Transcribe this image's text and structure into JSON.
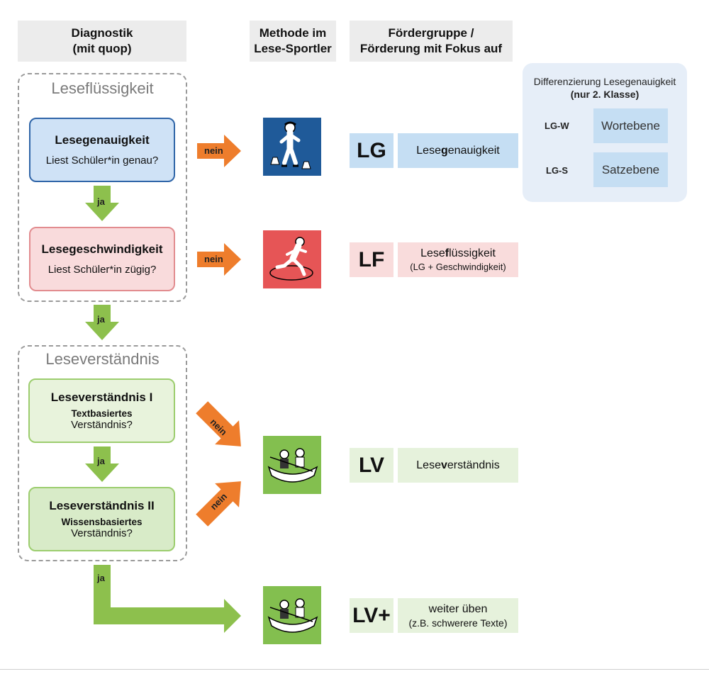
{
  "headers": {
    "diagnostik": "Diagnostik\n(mit quop)",
    "methode": "Methode im\nLese-Sportler",
    "foerder": "Fördergruppe /\nFörderung mit Fokus auf"
  },
  "groups": {
    "fluessigkeit_title": "Leseflüssigkeit",
    "verstaendnis_title": "Leseverständnis"
  },
  "boxes": {
    "genau": {
      "title": "Lesegenauigkeit",
      "sub": "Liest Schüler*in genau?"
    },
    "geschw": {
      "title": "Lesegeschwindigkeit",
      "sub": "Liest Schüler*in zügig?"
    },
    "lv1": {
      "title": "Leseverständnis I",
      "sub_bold": "Textbasiertes",
      "sub": "Verständnis?"
    },
    "lv2": {
      "title": "Leseverständnis II",
      "sub_bold": "Wissensbasiertes",
      "sub": "Verständnis?"
    }
  },
  "arrows": {
    "nein": "nein",
    "ja": "ja"
  },
  "rows": {
    "lg": {
      "code": "LG",
      "label_pre": "Lese",
      "label_bold": "g",
      "label_post": "enauigkeit"
    },
    "lf": {
      "code": "LF",
      "label_pre": "Lese",
      "label_bold": "f",
      "label_post": "lüssigkeit",
      "label2": "(LG + Geschwindigkeit)"
    },
    "lv": {
      "code": "LV",
      "label_pre": "Lese",
      "label_bold": "v",
      "label_post": "erständnis"
    },
    "lvplus": {
      "code": "LV+",
      "label": "weiter üben",
      "label2": "(z.B. schwerere Texte)"
    }
  },
  "diff": {
    "title": "Differenzierung Lesegenauigkeit",
    "subtitle": "(nur 2. Klasse)",
    "items": [
      {
        "tag": "LG-W",
        "label": "Wortebene"
      },
      {
        "tag": "LG-S",
        "label": "Satzebene"
      }
    ]
  },
  "colors": {
    "orange": "#ee7d2c",
    "green_arrow": "#8dc04d",
    "yellow_arrow": "#dde86a",
    "tile_blue": "#1f5a99",
    "tile_red": "#e65556",
    "tile_green": "#83bf4f"
  },
  "icons": [
    "cone-runner-icon",
    "sprinter-icon",
    "canoe-icon",
    "canoe-icon"
  ]
}
